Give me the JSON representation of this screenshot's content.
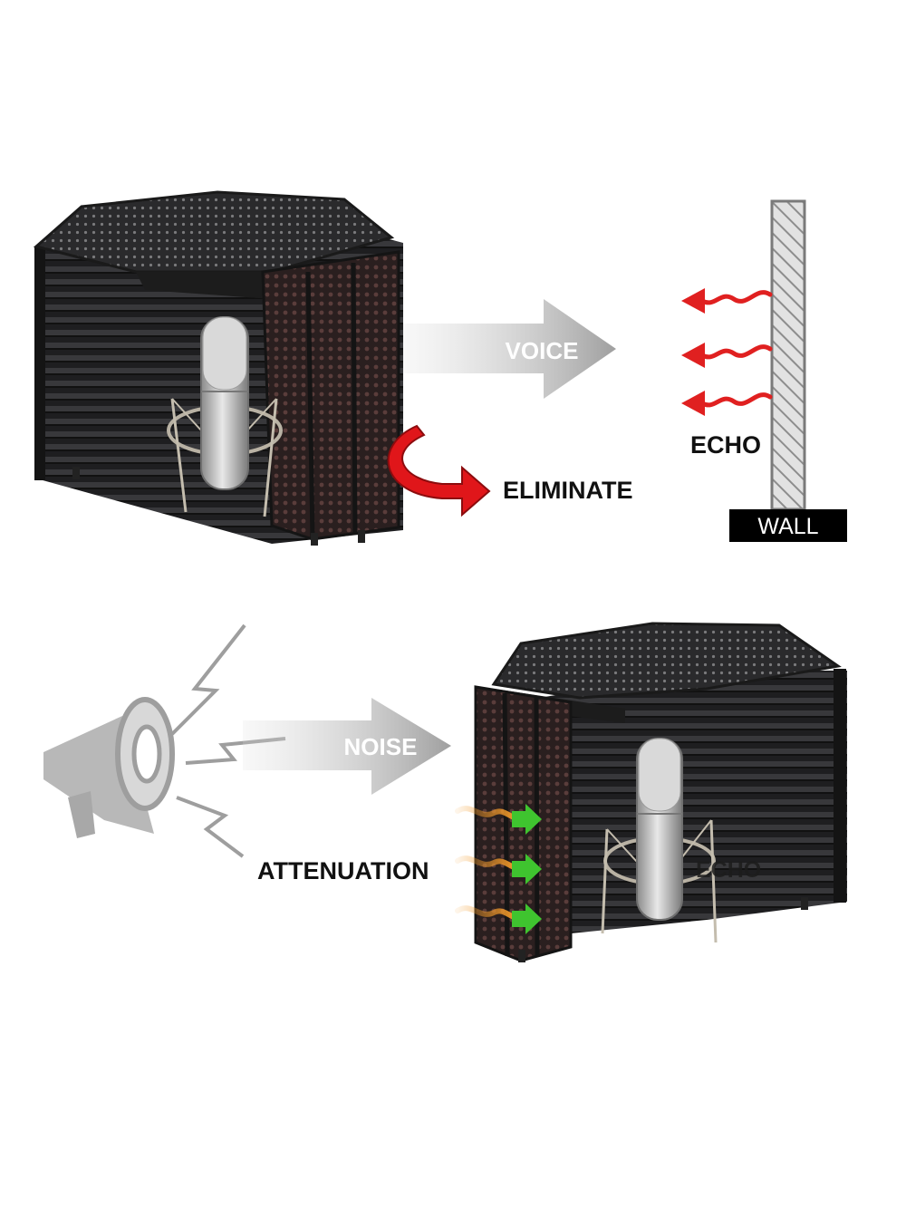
{
  "labels": {
    "voice": "VOICE",
    "eliminate": "ELIMINATE",
    "echo_top": "ECHO",
    "wall": "WALL",
    "noise": "NOISE",
    "attenuation": "ATTENUATION",
    "echo_bottom": "ECHO"
  },
  "colors": {
    "shield_dark": "#1c1c1e",
    "shield_mid": "#2e2e30",
    "perforated_panel": "#3a2a2a",
    "arrow_gray": "#a9a9a9",
    "eliminate_red": "#e0161a",
    "echo_wave_red": "#e02020",
    "noise_wave_orange": "#f39a2a",
    "attenuation_green": "#3fc42f",
    "wall_hatch": "#8d8d8d",
    "wall_label_bg": "#000000",
    "megaphone_gray": "#9e9e9e",
    "mic_silver": "#c9c9c9"
  },
  "icons": {
    "megaphone": "megaphone-icon",
    "lightning": "lightning-bolt-icon",
    "microphone": "condenser-microphone-icon",
    "wall": "hatched-wall-icon"
  }
}
